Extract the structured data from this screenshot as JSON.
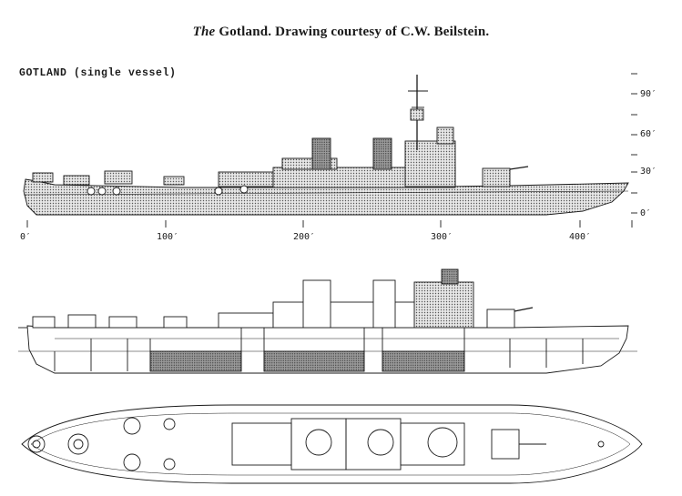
{
  "caption": {
    "italic": "The",
    "rest": "Gotland. Drawing courtesy of C.W. Beilstein."
  },
  "vessel_label": "GOTLAND (single vessel)",
  "length_scale": [
    "0′",
    "100′",
    "200′",
    "300′",
    "400′"
  ],
  "height_scale": [
    "90′",
    "60′",
    "30′",
    "0′"
  ],
  "colors": {
    "ink": "#1a1a1a",
    "hull_fill": "#c9c9c9",
    "paper": "#ffffff"
  }
}
